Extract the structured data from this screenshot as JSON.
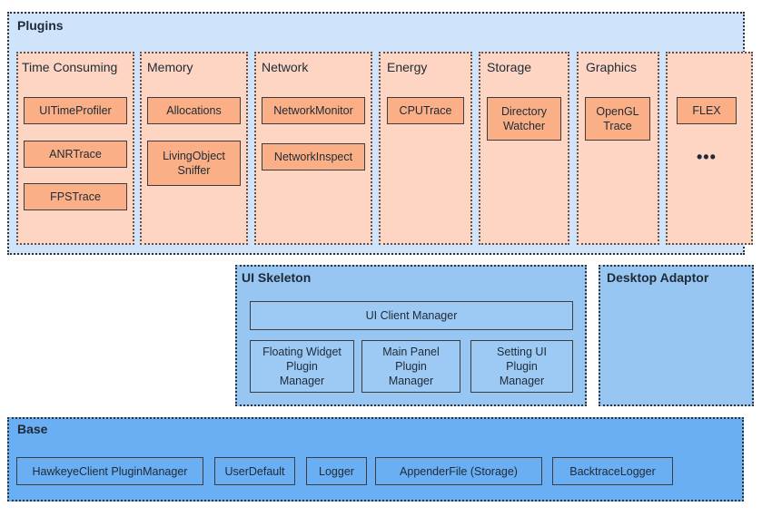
{
  "plugins": {
    "title": "Plugins",
    "categories": [
      {
        "title": "Time Consuming",
        "items": [
          "UITimeProfiler",
          "ANRTrace",
          "FPSTrace"
        ]
      },
      {
        "title": "Memory",
        "items": [
          "Allocations",
          "LivingObject\nSniffer"
        ]
      },
      {
        "title": "Network",
        "items": [
          "NetworkMonitor",
          "NetworkInspect"
        ]
      },
      {
        "title": "Energy",
        "items": [
          "CPUTrace"
        ]
      },
      {
        "title": "Storage",
        "items": [
          "Directory\nWatcher"
        ]
      },
      {
        "title": "Graphics",
        "items": [
          "OpenGL\nTrace"
        ]
      },
      {
        "title": "",
        "items": [
          "FLEX"
        ],
        "more": "•••"
      }
    ]
  },
  "ui_skeleton": {
    "title": "UI Skeleton",
    "client_manager": "UI Client Manager",
    "managers": [
      "Floating Widget\nPlugin\nManager",
      "Main Panel\nPlugin\nManager",
      "Setting UI\nPlugin\nManager"
    ]
  },
  "desktop_adaptor": {
    "title": "Desktop Adaptor"
  },
  "base": {
    "title": "Base",
    "items": [
      "HawkeyeClient PluginManager",
      "UserDefault",
      "Logger",
      "AppenderFile (Storage)",
      "BacktraceLogger"
    ]
  }
}
